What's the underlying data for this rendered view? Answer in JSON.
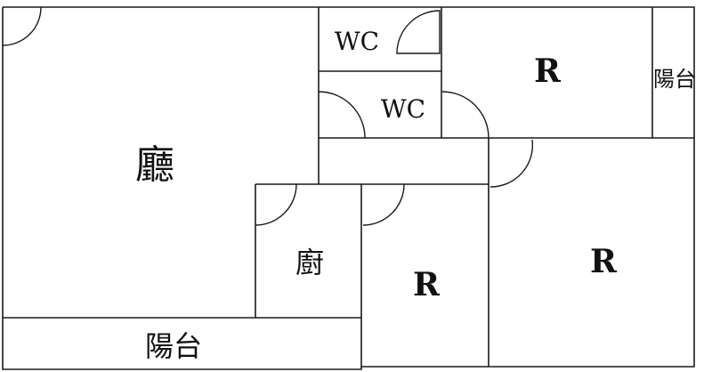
{
  "floorplan": {
    "rooms": {
      "living": "廳",
      "kitchen": "廚",
      "wc_top": "WC",
      "wc_bottom": "WC",
      "bedroom_top": "R",
      "bedroom_middle": "R",
      "bedroom_right": "R",
      "balcony_right": "陽台",
      "balcony_bottom": "陽台"
    }
  }
}
